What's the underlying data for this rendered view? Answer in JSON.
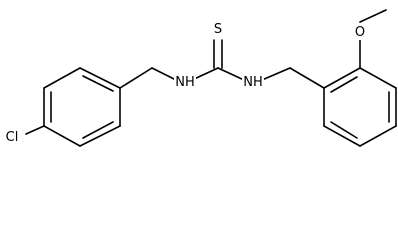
{
  "molecule": {
    "atoms": {
      "sulfur": "S",
      "nitrogen_left": "NH",
      "nitrogen_right": "NH",
      "oxygen": "O",
      "chlorine": "Cl"
    }
  }
}
